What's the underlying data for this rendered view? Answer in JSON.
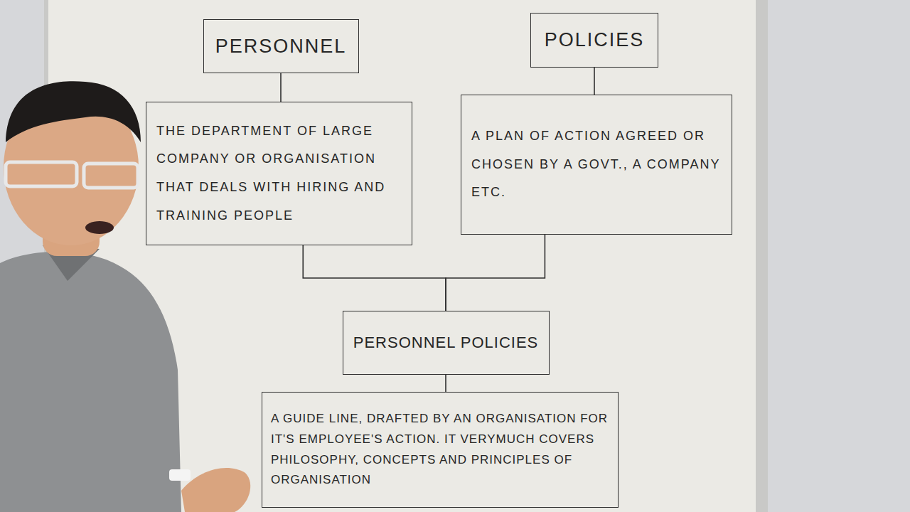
{
  "diagram": {
    "nodes": [
      {
        "text": [
          "PERSONNEL"
        ]
      },
      {
        "text": [
          "POLICIES"
        ]
      },
      {
        "text": [
          "THE DEPARTMENT OF LARGE COMPANY OR ORGANISATION THAT DEALS WITH HIRING AND TRAINING PEOPLE"
        ]
      },
      {
        "text": [
          "A PLAN OF ACTION AGREED OR CHOSEN BY A GOVT., A COMPANY ETC."
        ]
      },
      {
        "text": [
          "PERSONNEL POLICIES"
        ]
      },
      {
        "text": [
          "A GUIDE LINE, DRAFTED BY AN ORGANISATION FOR IT'S EMPLOYEE'S ACTION. IT VERYMUCH COVERS PHILOSOPHY, CONCEPTS AND PRINCIPLES OF ORGANISATION"
        ]
      }
    ],
    "edges": [
      {
        "from": 0,
        "to": 2,
        "arrow": "none"
      },
      {
        "from": 1,
        "to": 3,
        "arrow": "none"
      },
      {
        "from": 2,
        "to": 4,
        "arrow": "none"
      },
      {
        "from": 3,
        "to": 4,
        "arrow": "none"
      },
      {
        "from": 4,
        "to": 5,
        "arrow": "none"
      }
    ]
  }
}
